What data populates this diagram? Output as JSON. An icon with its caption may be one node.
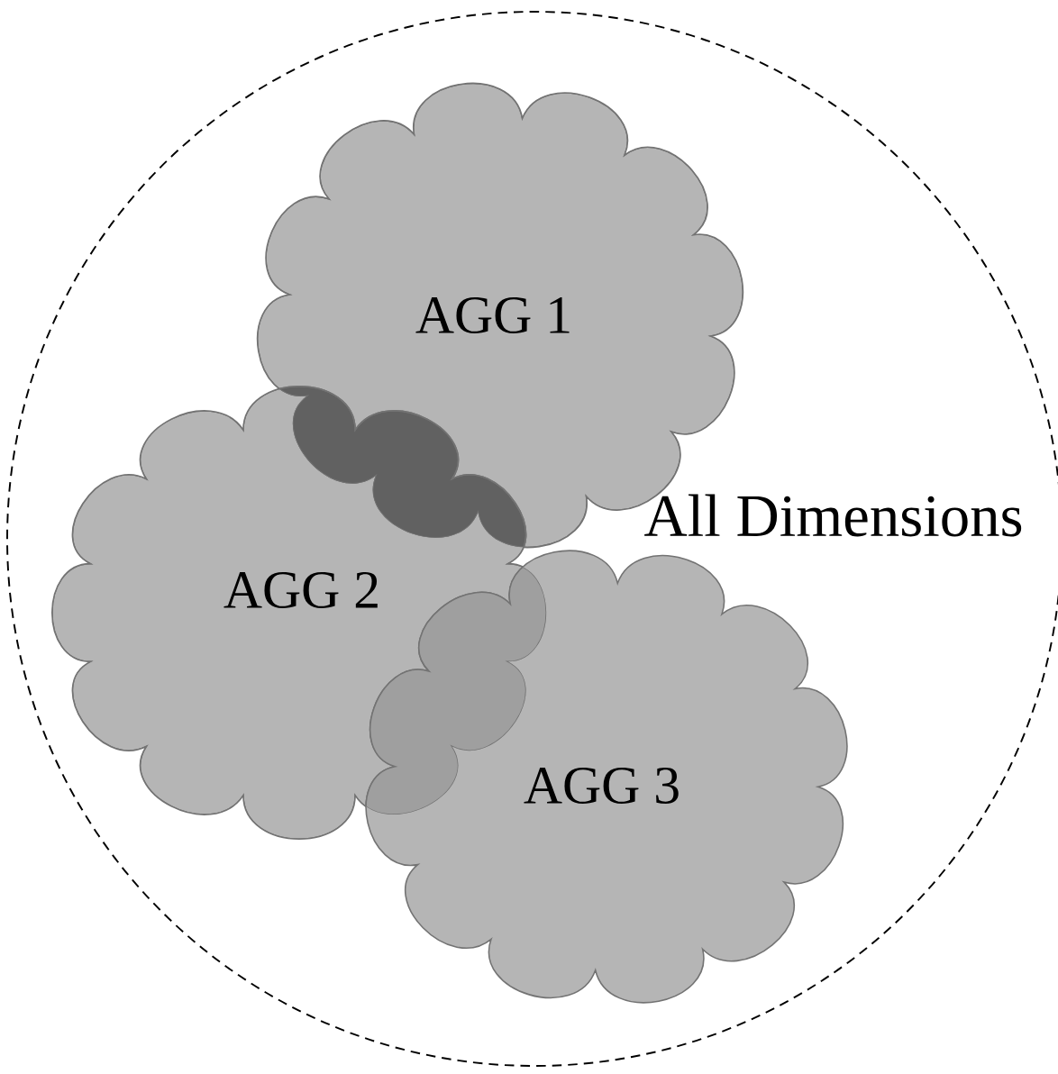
{
  "diagram": {
    "nodes": [
      {
        "text": [
          "All Dimensions"
        ]
      },
      {
        "text": [
          "AGG 1"
        ],
        "in": 0
      },
      {
        "text": [
          "AGG 2"
        ],
        "in": 0
      },
      {
        "text": [
          "AGG 3"
        ],
        "in": 0
      }
    ]
  }
}
